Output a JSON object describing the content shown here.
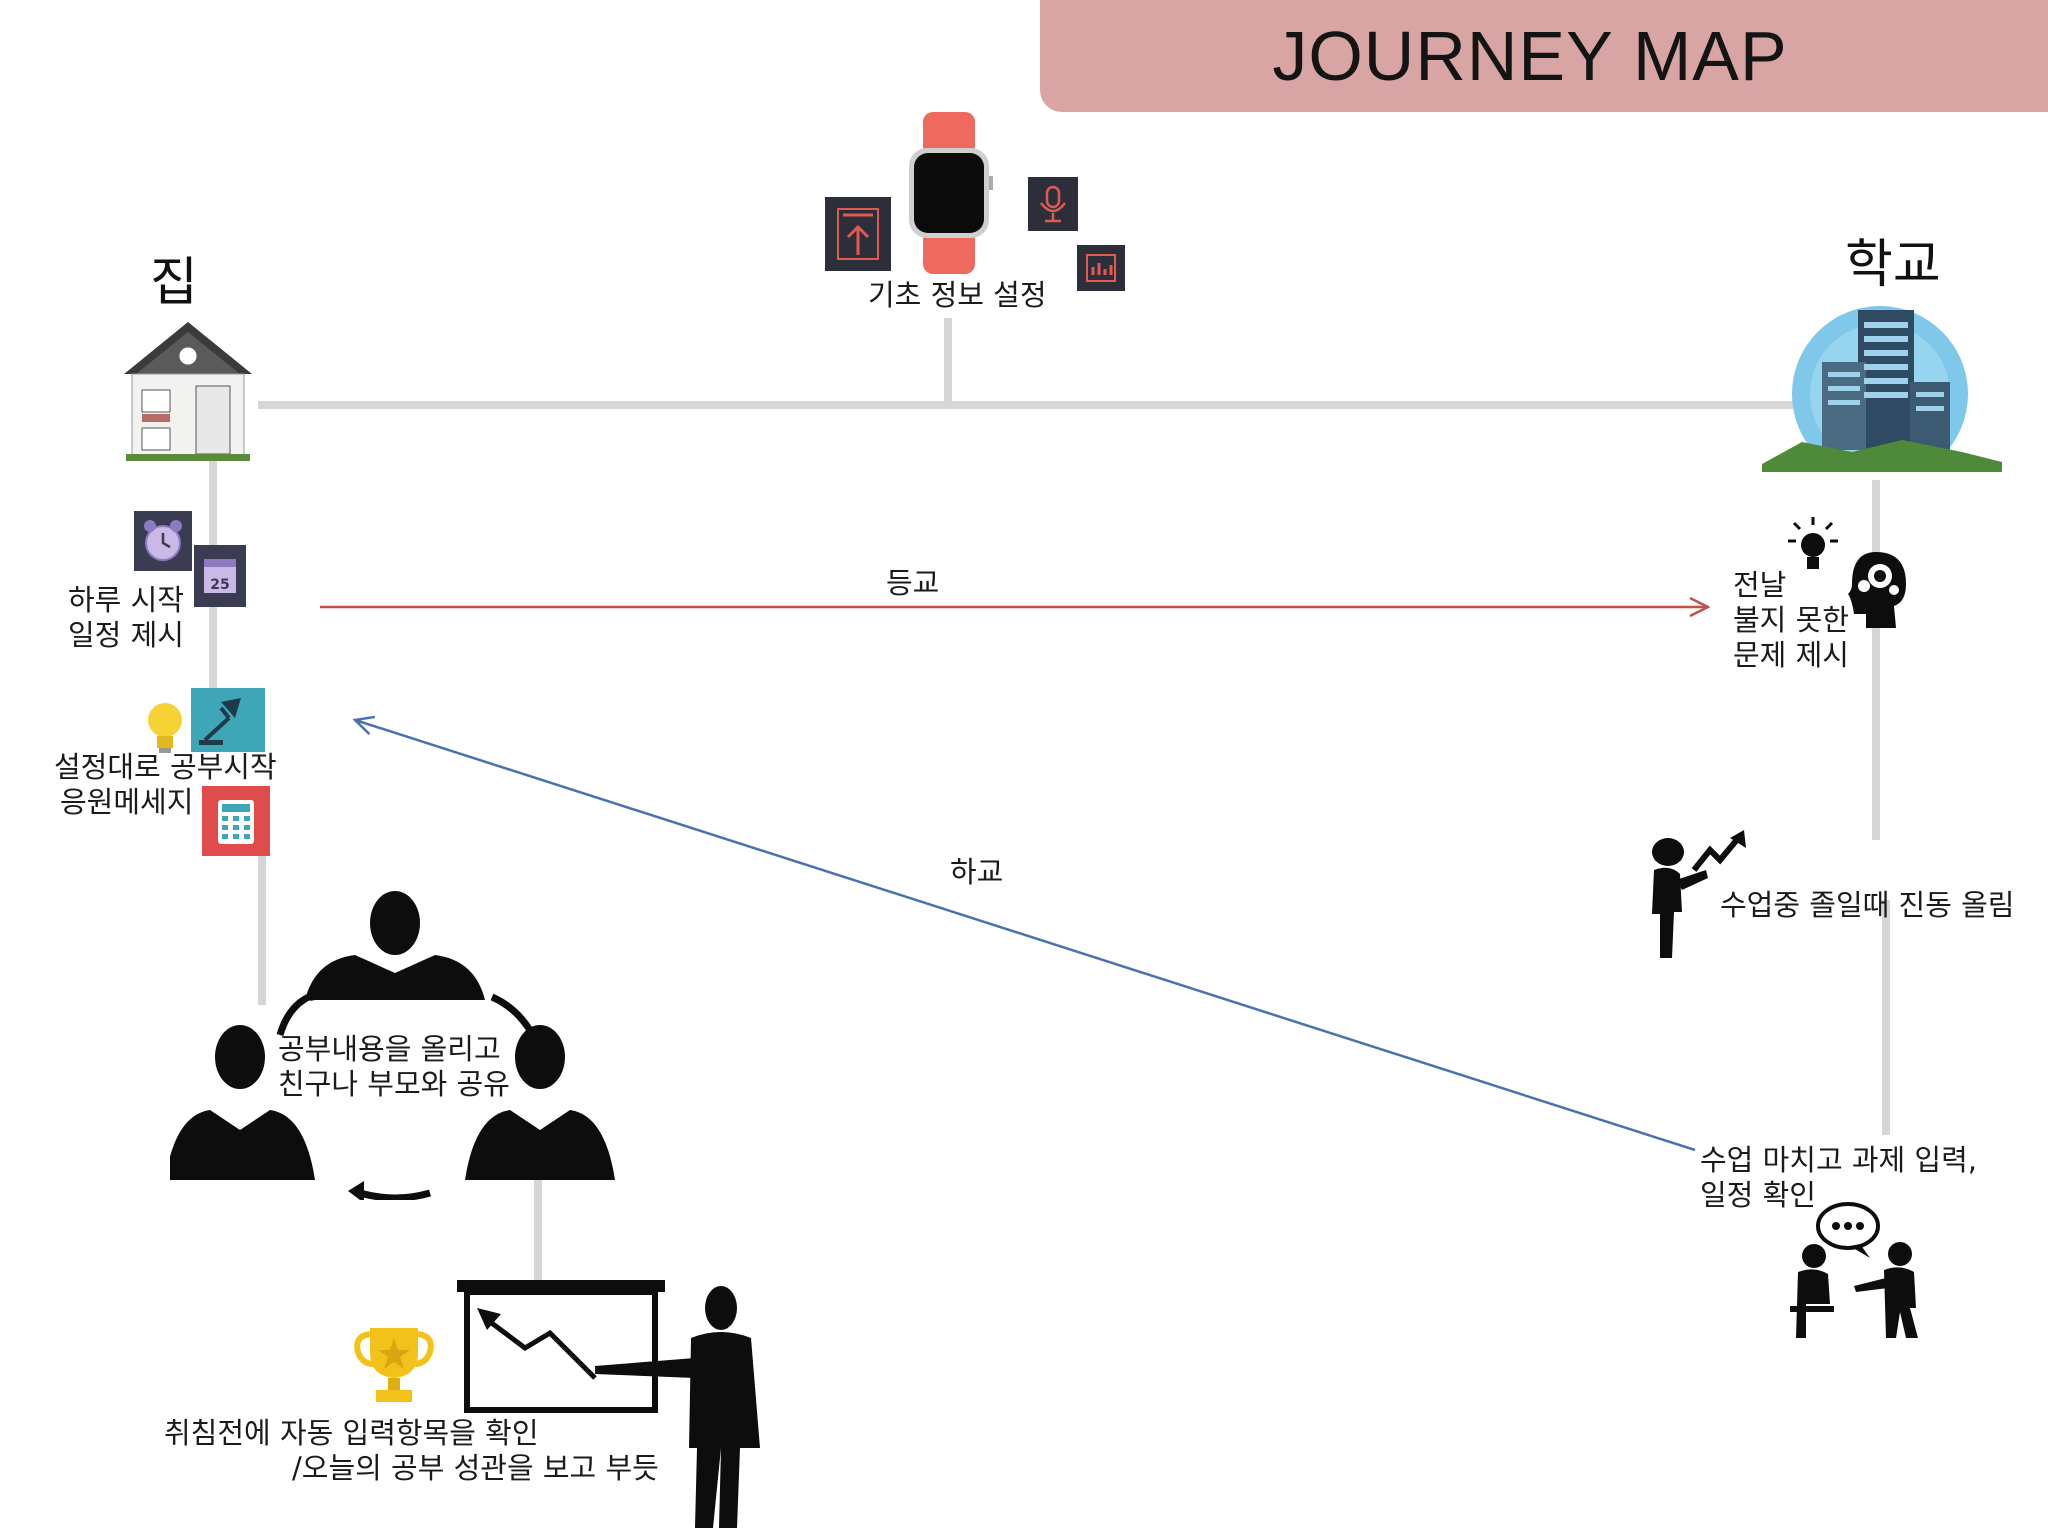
{
  "title": "JOURNEY MAP",
  "places": {
    "home": "집",
    "school": "학교"
  },
  "arrows": {
    "to_school": "등교",
    "from_school": "하교"
  },
  "steps": {
    "setup": "기초 정보 설정",
    "day_start": [
      "하루 시작",
      "일정 제시"
    ],
    "study_start": [
      "설정대로 공부시작",
      "응원메세지"
    ],
    "share": [
      "공부내용을 올리고",
      "친구나 부모와 공유"
    ],
    "bedtime": [
      "취침전에  자동 입력항목을 확인",
      "/오늘의 공부 성관을 보고 부듯"
    ],
    "prev_day": [
      "전날",
      "불지 못한",
      "문제 제시"
    ],
    "class_sleep": "수업중 졸일때 진동 올림",
    "class_end": [
      "수업 마치고 과제 입력,",
      "일정 확인"
    ]
  },
  "colors": {
    "banner": "#d8a4a4",
    "timeline": "#d6d6d6",
    "arrow_to_school": "#c0504d",
    "arrow_from_school": "#4a72b0",
    "icon_dark": "#2c2f3a",
    "icon_accent": "#e05a4f"
  },
  "icons": [
    "house-icon",
    "school-building-icon",
    "smartwatch-icon",
    "upload-icon",
    "microphone-icon",
    "chart-icon",
    "alarm-clock-icon",
    "calendar-icon",
    "lightbulb-icon",
    "lamp-icon",
    "calculator-icon",
    "people-cycle-icon",
    "presenter-icon",
    "trophy-icon",
    "thinking-head-icon",
    "sleepy-person-icon",
    "conversation-icon"
  ]
}
